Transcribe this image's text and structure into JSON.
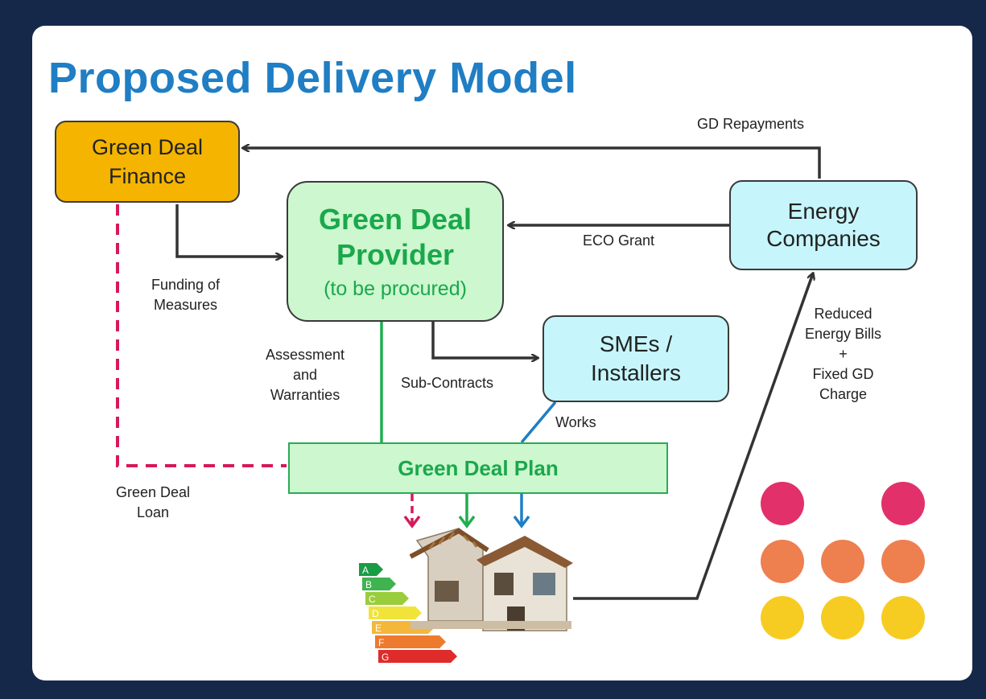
{
  "title": "Proposed Delivery Model",
  "nodes": {
    "green_deal_finance": [
      "Green Deal",
      "Finance"
    ],
    "green_deal_provider": [
      "Green Deal",
      "Provider",
      "(to be procured)"
    ],
    "energy_companies": [
      "Energy",
      "Companies"
    ],
    "smes_installers": [
      "SMEs /",
      "Installers"
    ],
    "green_deal_plan": "Green Deal Plan"
  },
  "edge_labels": {
    "gd_repayments": "GD Repayments",
    "eco_grant": "ECO Grant",
    "funding_of_measures": [
      "Funding of",
      "Measures"
    ],
    "assessment_and_warranties": [
      "Assessment",
      "and",
      "Warranties"
    ],
    "sub_contracts": "Sub-Contracts",
    "works": "Works",
    "reduced_energy_bills": [
      "Reduced",
      "Energy Bills",
      "+",
      "Fixed GD",
      "Charge"
    ],
    "green_deal_loan": [
      "Green Deal",
      "Loan"
    ]
  },
  "epc_letters": [
    "A",
    "B",
    "C",
    "D",
    "E",
    "F",
    "G"
  ],
  "colors": {
    "title": "#1f7ec4",
    "finance": "#f5b400",
    "provider_fill": "#cdf7cf",
    "provider_text": "#1aa84b",
    "energy_fill": "#c6f6fb",
    "loan_dash": "#d6195a",
    "works_line": "#1f7ec4",
    "dot_top": "#e2306a",
    "dot_mid": "#ee7f4f",
    "dot_bottom": "#f6cc22"
  }
}
